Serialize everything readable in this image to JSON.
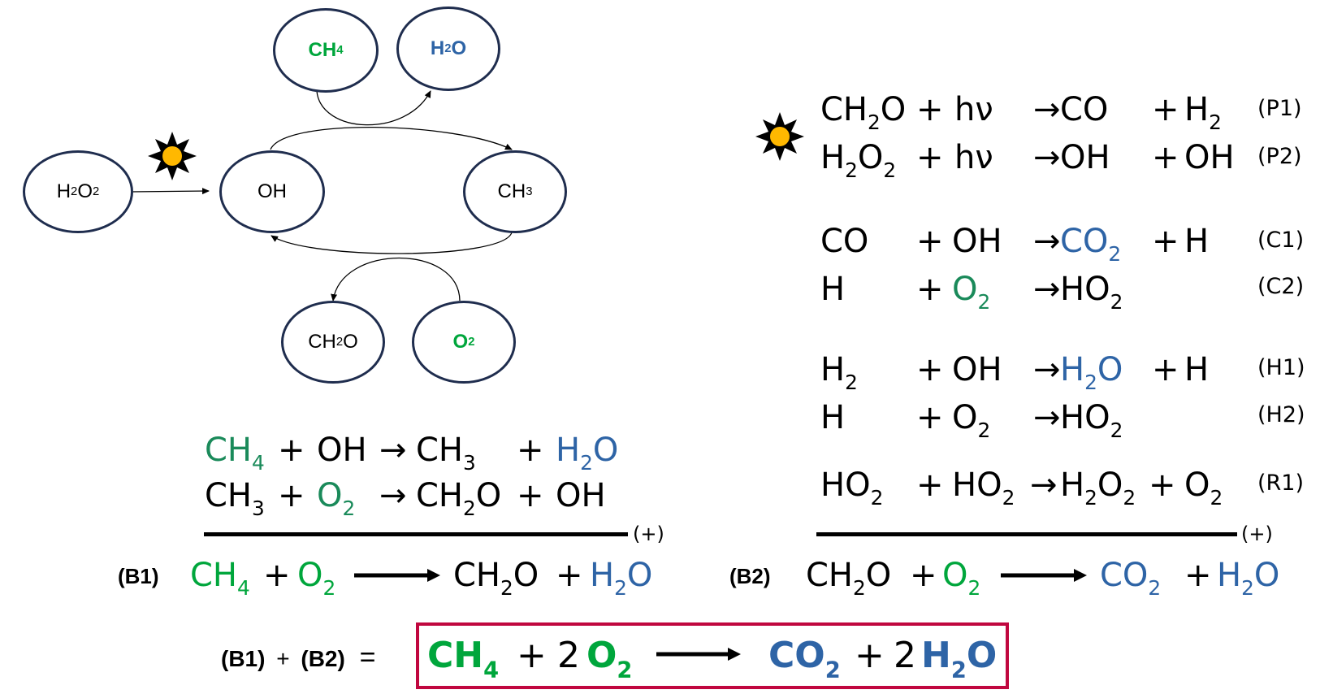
{
  "colors": {
    "node_border": "#1f2d4e",
    "methane_green": "#00a63c",
    "teal_green": "#1a8a5a",
    "water_blue": "#2e64a6",
    "box_red": "#c0073f",
    "sun_fill": "#ffb800"
  },
  "diagram": {
    "nodes": {
      "ch4": {
        "base": "CH",
        "sub": "4",
        "tail": ""
      },
      "h2o": {
        "base": "H",
        "sub": "2",
        "tail": "O"
      },
      "h2o2": {
        "base": "H",
        "sub": "2",
        "mid": "O",
        "sub2": "2"
      },
      "oh": {
        "base": "OH"
      },
      "ch3": {
        "base": "CH",
        "sub": "3"
      },
      "ch2o": {
        "base": "CH",
        "sub": "2",
        "tail": "O"
      },
      "o2": {
        "base": "O",
        "sub": "2"
      }
    },
    "sun_icon": "sun-icon"
  },
  "right_equations": {
    "rows": [
      {
        "id": "P1",
        "r1": {
          "b": "CH",
          "s": "2",
          "t": "O"
        },
        "op1": "+",
        "r2": "hν",
        "arrow": "→",
        "p1": {
          "b": "CO",
          "s": "",
          "t": ""
        },
        "op2": "+",
        "p2": {
          "b": "H",
          "s": "2",
          "t": ""
        },
        "label": "(P1)"
      },
      {
        "id": "P2",
        "r1": {
          "b": "H",
          "s": "2",
          "t": "O",
          "s2": "2"
        },
        "op1": "+",
        "r2": "hν",
        "arrow": "→",
        "p1": {
          "b": "OH",
          "s": "",
          "t": ""
        },
        "op2": "+",
        "p2": {
          "b": "OH",
          "s": "",
          "t": ""
        },
        "label": "(P2)"
      },
      {
        "id": "C1",
        "r1": {
          "b": "CO"
        },
        "op1": "+",
        "r2": "OH",
        "arrow": "→",
        "p1": {
          "b": "CO",
          "s": "2"
        },
        "op2": "+",
        "p2": {
          "b": "H"
        },
        "label": "(C1)"
      },
      {
        "id": "C2",
        "r1": {
          "b": "H"
        },
        "op1": "+",
        "r2": {
          "b": "O",
          "s": "2"
        },
        "arrow": "→",
        "p1": {
          "b": "HO",
          "s": "2"
        },
        "op2": "",
        "p2": {
          "b": ""
        },
        "label": "(C2)"
      },
      {
        "id": "H1",
        "r1": {
          "b": "H",
          "s": "2"
        },
        "op1": "+",
        "r2": "OH",
        "arrow": "→",
        "p1": {
          "b": "H",
          "s": "2",
          "t": "O"
        },
        "op2": "+",
        "p2": {
          "b": "H"
        },
        "label": "(H1)"
      },
      {
        "id": "H2",
        "r1": {
          "b": "H"
        },
        "op1": "+",
        "r2": {
          "b": "O",
          "s": "2"
        },
        "arrow": "→",
        "p1": {
          "b": "HO",
          "s": "2"
        },
        "op2": "",
        "p2": {
          "b": ""
        },
        "label": "(H2)"
      },
      {
        "id": "R1",
        "r1": {
          "b": "HO",
          "s": "2"
        },
        "op1": "+",
        "r2": {
          "b": "HO",
          "s": "2"
        },
        "arrow": "→",
        "p1": {
          "b": "H",
          "s": "2",
          "t": "O",
          "s2": "2"
        },
        "op2": "+",
        "p2": {
          "b": "O",
          "s": "2"
        },
        "label": "(R1)"
      }
    ],
    "sum_note": "(+)"
  },
  "left_equations": {
    "row1": {
      "r1": {
        "b": "CH",
        "s": "4"
      },
      "op1": "+",
      "r2": "OH",
      "arrow": "→",
      "p1": {
        "b": "CH",
        "s": "3"
      },
      "op2": "+",
      "p2": {
        "b": "H",
        "s": "2",
        "t": "O"
      }
    },
    "row2": {
      "r1": {
        "b": "CH",
        "s": "3"
      },
      "op1": "+",
      "r2": {
        "b": "O",
        "s": "2"
      },
      "arrow": "→",
      "p1": {
        "b": "CH",
        "s": "2",
        "t": "O"
      },
      "op2": "+",
      "p2": "OH"
    },
    "sum_note": "(+)"
  },
  "b1": {
    "label": "(B1)",
    "r1": {
      "b": "CH",
      "s": "4"
    },
    "op1": "+",
    "r2": {
      "b": "O",
      "s": "2"
    },
    "p1": {
      "b": "CH",
      "s": "2",
      "t": "O"
    },
    "op2": "+",
    "p2": {
      "b": "H",
      "s": "2",
      "t": "O"
    }
  },
  "b2": {
    "label": "(B2)",
    "r1": {
      "b": "CH",
      "s": "2",
      "t": "O"
    },
    "op1": "+",
    "r2": {
      "b": "O",
      "s": "2"
    },
    "p1": {
      "b": "CO",
      "s": "2"
    },
    "op2": "+",
    "p2": {
      "b": "H",
      "s": "2",
      "t": "O"
    }
  },
  "overall": {
    "lhs_b1": "(B1)",
    "lhs_plus": "+",
    "lhs_b2": "(B2)",
    "equals": "=",
    "r1": {
      "b": "CH",
      "s": "4"
    },
    "op1": "+",
    "coef1": "2",
    "r2": {
      "b": "O",
      "s": "2"
    },
    "p1": {
      "b": "CO",
      "s": "2"
    },
    "op2": "+",
    "coef2": "2",
    "p2": {
      "b": "H",
      "s": "2",
      "t": "O"
    }
  }
}
